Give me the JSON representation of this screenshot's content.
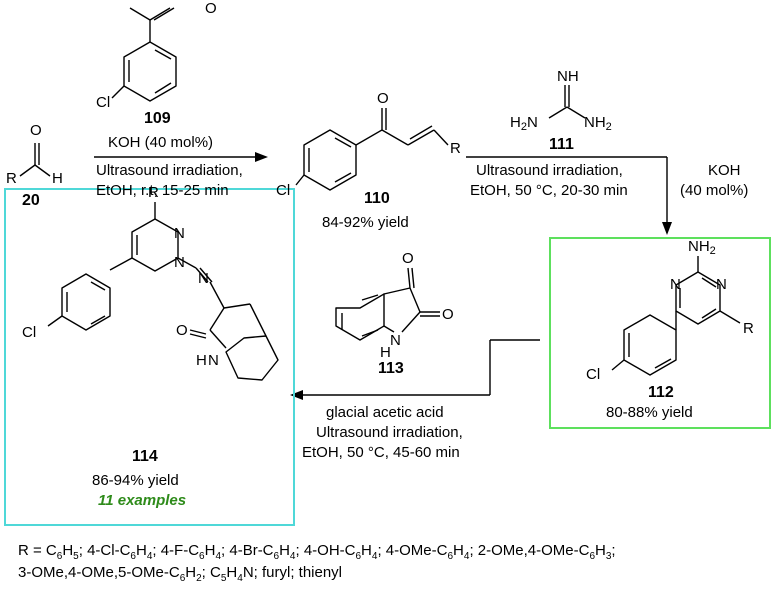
{
  "compounds": {
    "c20": {
      "number": "20",
      "r_label": "R",
      "o_label": "O",
      "h_label": "H"
    },
    "c109": {
      "number": "109",
      "cl_label": "Cl",
      "o_label": "O"
    },
    "c110": {
      "number": "110",
      "yield": "84-92% yield",
      "cl_label": "Cl",
      "o_label": "O",
      "r_label": "R"
    },
    "c111": {
      "number": "111",
      "nh_label": "NH",
      "nh2_left": "H",
      "nh2_right": "NH",
      "n_mid": "N"
    },
    "c112": {
      "number": "112",
      "yield": "80-88% yield",
      "nh2_label": "NH",
      "n1": "N",
      "n2": "N",
      "r_label": "R",
      "cl_label": "Cl"
    },
    "c113": {
      "number": "113",
      "o1": "O",
      "o2": "O",
      "nh_label": "N",
      "h_label": "H"
    },
    "c114": {
      "number": "114",
      "yield": "86-94% yield",
      "examples": "11 examples",
      "r_label": "R",
      "n1": "N",
      "n2": "N",
      "n3": "N",
      "o_label": "O",
      "nh": "N",
      "h": "H",
      "cl_label": "Cl"
    }
  },
  "conditions": {
    "step1": {
      "line1": "KOH (40 mol%)",
      "line2": "Ultrasound irradiation,",
      "line3": "EtOH, r.t, 15-25 min"
    },
    "step2": {
      "line1": "Ultrasound irradiation,",
      "line2": "EtOH, 50 °C, 20-30 min",
      "base1": "KOH",
      "base2": "(40 mol%)"
    },
    "step3": {
      "line1": "glacial acetic acid",
      "line2": "Ultrasound irradiation,",
      "line3": "EtOH, 50 °C, 45-60 min"
    }
  },
  "footnote": {
    "line1_parts": [
      "R = C",
      "6",
      "H",
      "5",
      "; 4-Cl-C",
      "6",
      "H",
      "4",
      "; 4-F-C",
      "6",
      "H",
      "4",
      "; 4-Br-C",
      "6",
      "H",
      "4",
      "; 4-OH-C",
      "6",
      "H",
      "4",
      "; 4-OMe-C",
      "6",
      "H",
      "4",
      "; 2-OMe,4-OMe-C",
      "6",
      "H",
      "3",
      ";"
    ],
    "line2_parts": [
      "3-OMe,4-OMe,5-OMe-C",
      "6",
      "H",
      "2",
      "; C",
      "5",
      "H",
      "4",
      "N; furyl; thienyl"
    ]
  },
  "colors": {
    "box_112_border": "#5de05d",
    "box_114_border": "#4fd8d8",
    "examples_text": "#2e8b1a"
  }
}
